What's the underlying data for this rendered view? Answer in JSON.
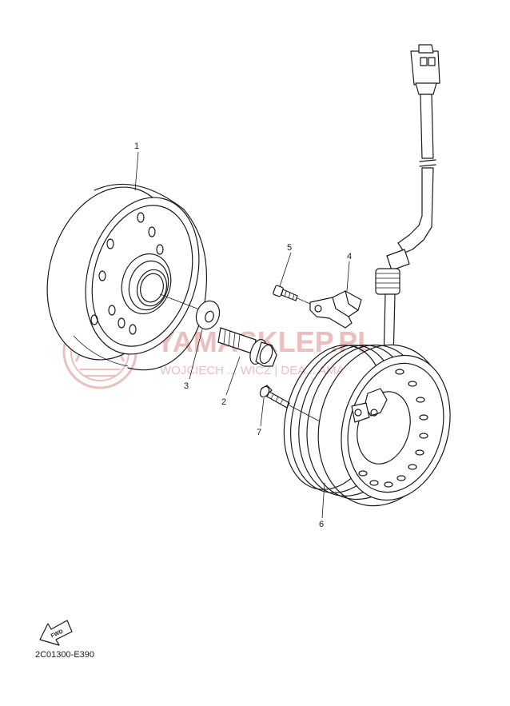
{
  "callouts": [
    {
      "id": "1",
      "label": "1"
    },
    {
      "id": "2",
      "label": "2"
    },
    {
      "id": "3",
      "label": "3"
    },
    {
      "id": "4",
      "label": "4"
    },
    {
      "id": "5",
      "label": "5"
    },
    {
      "id": "6",
      "label": "6"
    },
    {
      "id": "7",
      "label": "7"
    }
  ],
  "watermark": {
    "brand": "YAMASKLEP.PL",
    "subtitle": "WOJCIECH ... WICZ | DEA... AMAHA",
    "color": "#e9b5b5"
  },
  "forward_arrow": {
    "label": "FWD"
  },
  "diagram_code": "2C01300-E390"
}
